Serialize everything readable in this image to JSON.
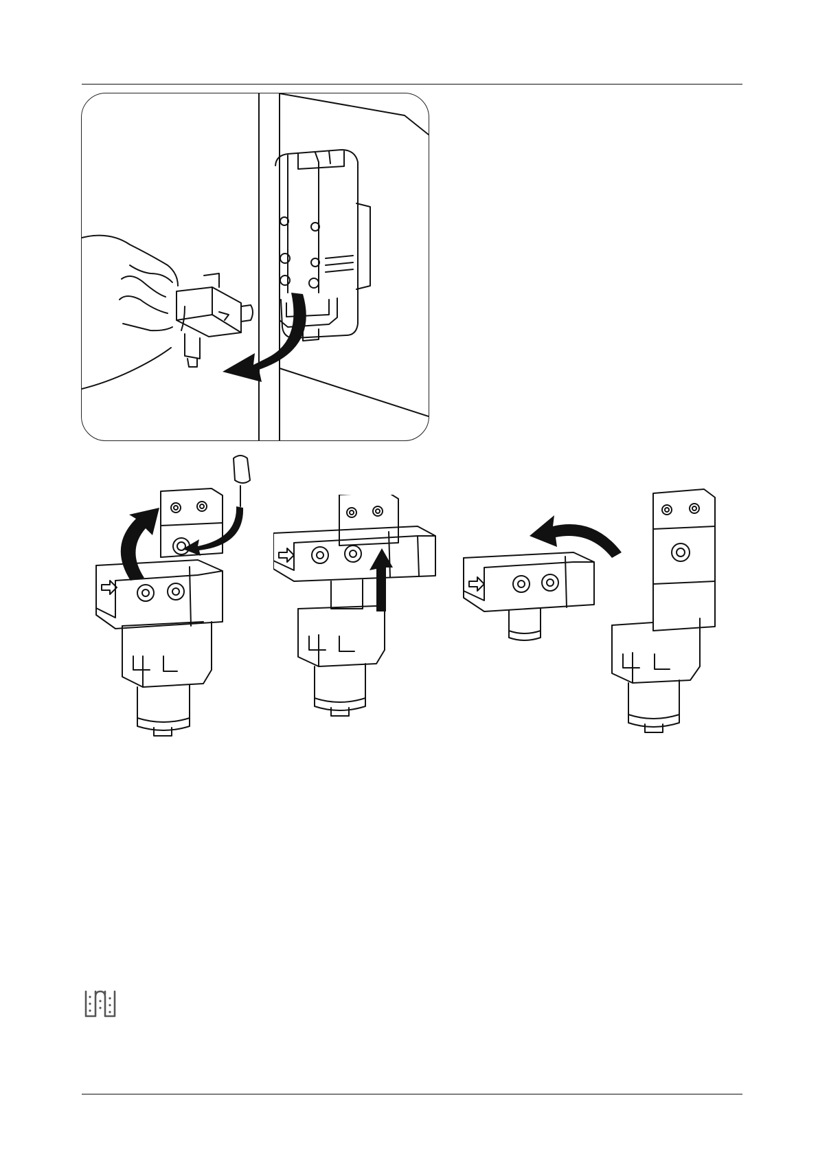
{
  "page": {
    "header_rule": true,
    "footer_rule": true
  },
  "illustrations": {
    "removal_panel": {
      "icon": "hand-removing-filter-illustration",
      "arrow": "curved-arrow-down-left"
    },
    "steps": [
      {
        "icon": "filter-head-insert-pin-illustration",
        "arrows": [
          "curved-arrow-up",
          "curved-arrow-pointing-to-port"
        ]
      },
      {
        "icon": "filter-head-slide-up-illustration",
        "arrows": [
          "straight-arrow-up"
        ]
      },
      {
        "icon": "filter-head-detach-illustration",
        "arrows": [
          "curved-arrow-left"
        ]
      }
    ]
  },
  "footer_icon": {
    "icon": "water-filter-symbol-icon",
    "color": "#555555"
  },
  "colors": {
    "line": "#111111",
    "background": "#ffffff"
  }
}
